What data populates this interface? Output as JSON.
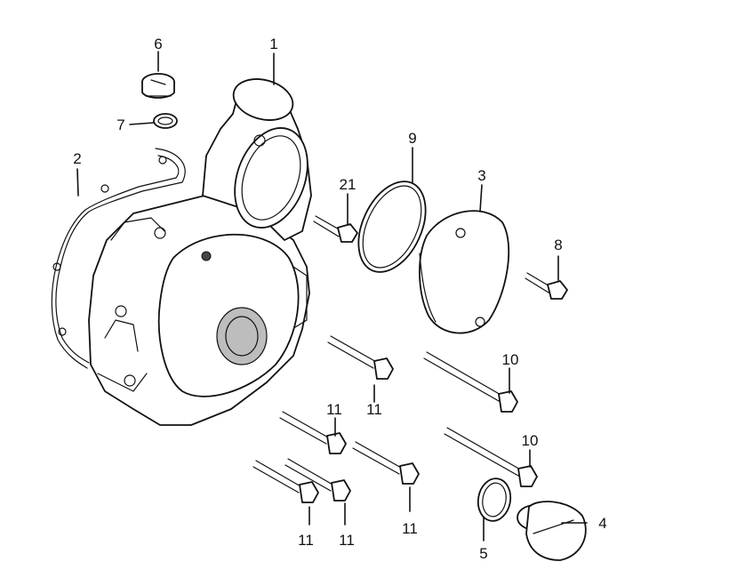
{
  "labels": {
    "p1": "1",
    "p2": "2",
    "p3": "3",
    "p4": "4",
    "p5": "5",
    "p6": "6",
    "p7": "7",
    "p8": "8",
    "p9": "9",
    "p10a": "10",
    "p10b": "10",
    "p11a": "11",
    "p11b": "11",
    "p11c": "11",
    "p11d": "11",
    "p11e": "11",
    "p21": "21"
  }
}
